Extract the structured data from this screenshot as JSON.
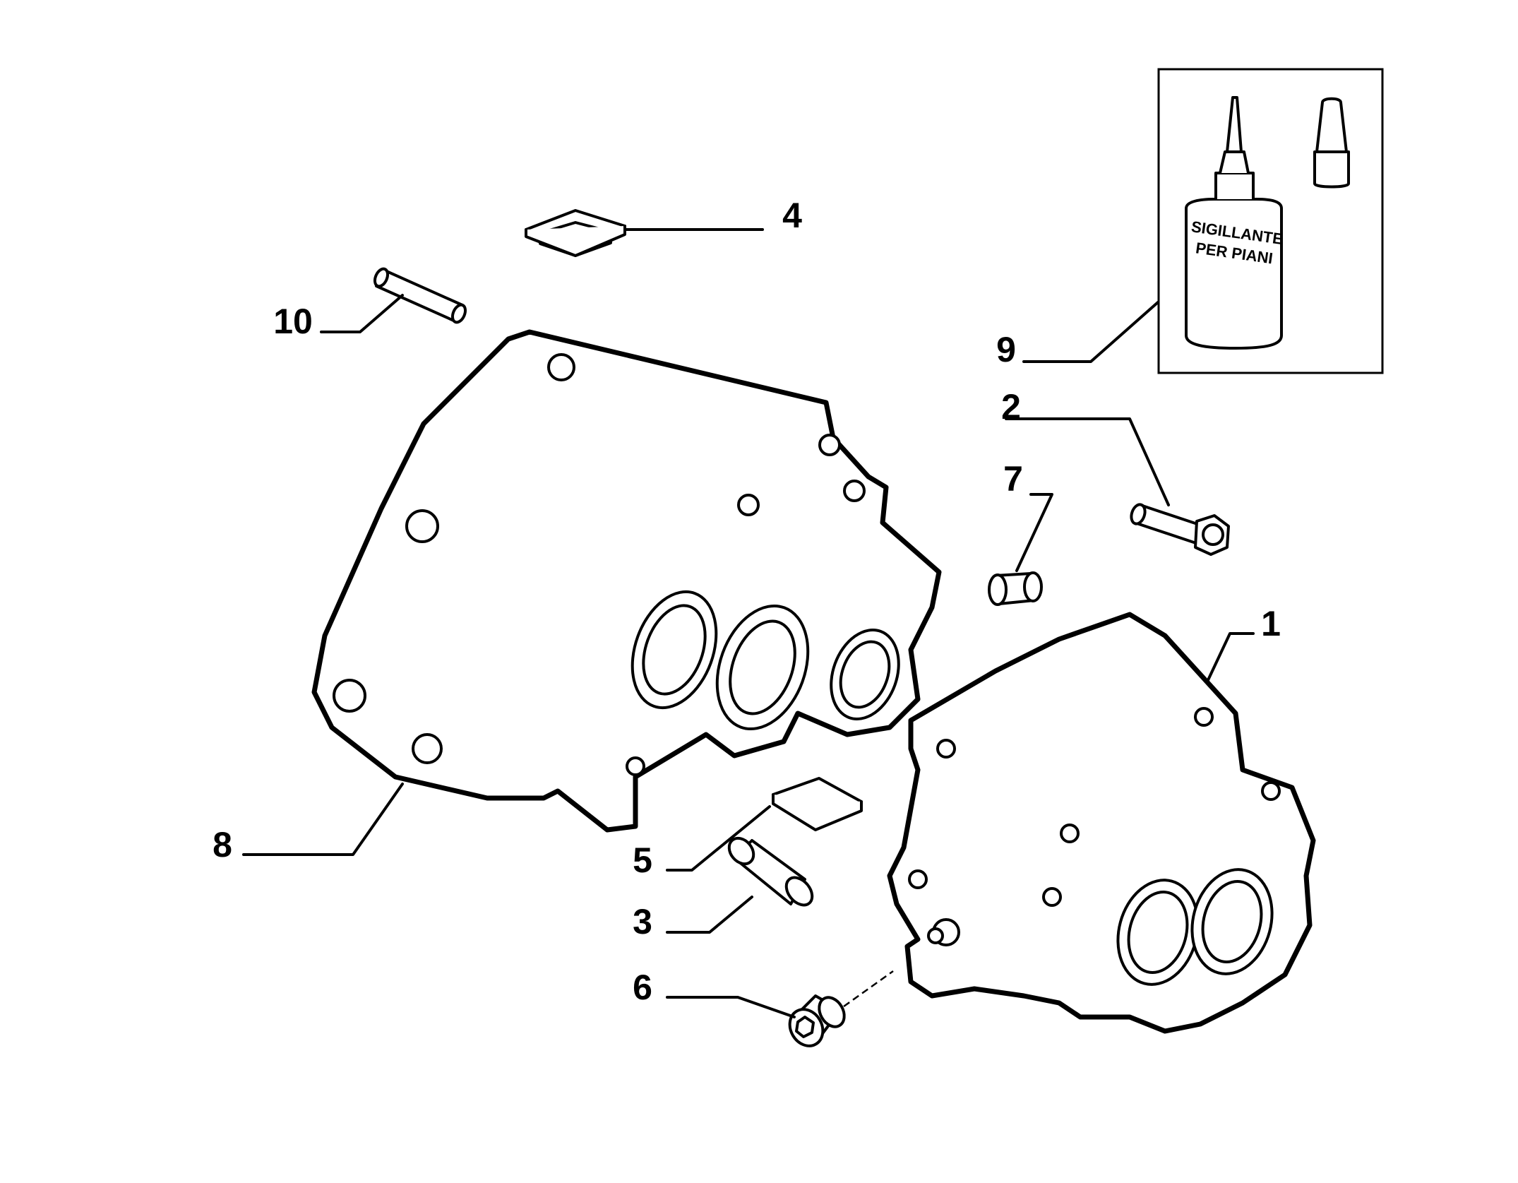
{
  "diagram": {
    "callouts": [
      {
        "id": "1",
        "label": "1"
      },
      {
        "id": "2",
        "label": "2"
      },
      {
        "id": "3",
        "label": "3"
      },
      {
        "id": "4",
        "label": "4"
      },
      {
        "id": "5",
        "label": "5"
      },
      {
        "id": "6",
        "label": "6"
      },
      {
        "id": "7",
        "label": "7"
      },
      {
        "id": "8",
        "label": "8"
      },
      {
        "id": "9",
        "label": "9"
      },
      {
        "id": "10",
        "label": "10"
      }
    ],
    "bottle_label": {
      "line1": "SIGILLANTE",
      "line2": "PER PIANI"
    }
  }
}
